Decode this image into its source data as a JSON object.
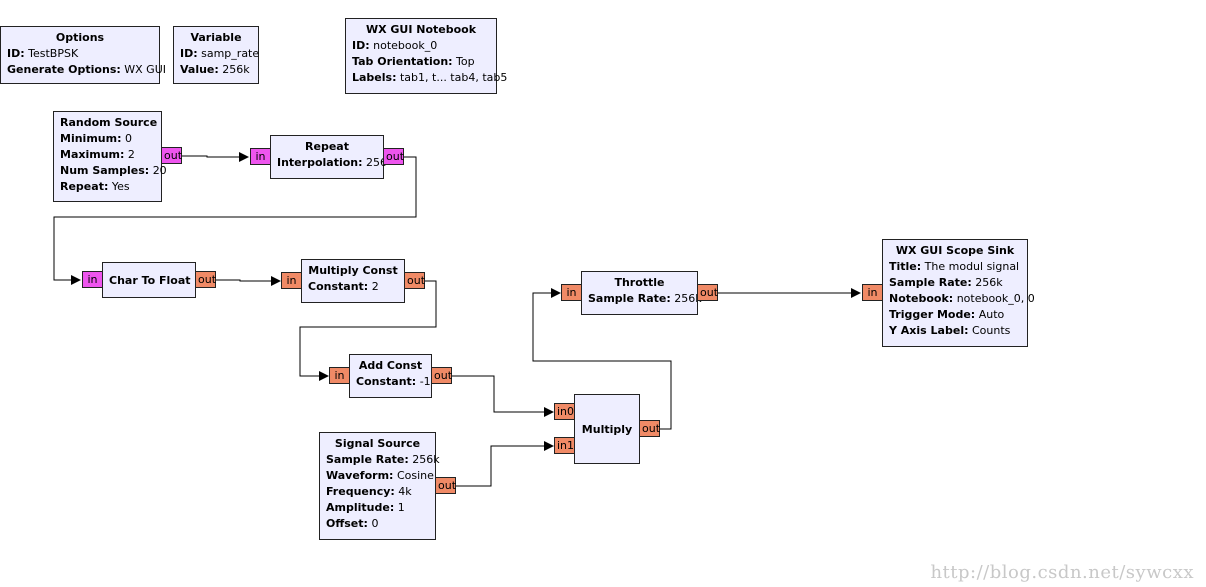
{
  "blocks": {
    "options": {
      "title": "Options",
      "params": [
        {
          "key": "ID:",
          "value": "TestBPSK"
        },
        {
          "key": "Generate Options:",
          "value": "WX GUI"
        }
      ]
    },
    "variable": {
      "title": "Variable",
      "params": [
        {
          "key": "ID:",
          "value": "samp_rate"
        },
        {
          "key": "Value:",
          "value": "256k"
        }
      ]
    },
    "notebook": {
      "title": "WX GUI Notebook",
      "params": [
        {
          "key": "ID:",
          "value": "notebook_0"
        },
        {
          "key": "Tab Orientation:",
          "value": "Top"
        },
        {
          "key": "Labels:",
          "value": "tab1, t... tab4, tab5"
        }
      ]
    },
    "random_source": {
      "title": "Random Source",
      "params": [
        {
          "key": "Minimum:",
          "value": "0"
        },
        {
          "key": "Maximum:",
          "value": "2"
        },
        {
          "key": "Num Samples:",
          "value": "20"
        },
        {
          "key": "Repeat:",
          "value": "Yes"
        }
      ]
    },
    "repeat": {
      "title": "Repeat",
      "params": [
        {
          "key": "Interpolation:",
          "value": "256"
        }
      ]
    },
    "char_to_float": {
      "title": "Char To Float",
      "params": []
    },
    "multiply_const": {
      "title": "Multiply Const",
      "params": [
        {
          "key": "Constant:",
          "value": "2"
        }
      ]
    },
    "add_const": {
      "title": "Add Const",
      "params": [
        {
          "key": "Constant:",
          "value": "-1"
        }
      ]
    },
    "signal_source": {
      "title": "Signal Source",
      "params": [
        {
          "key": "Sample Rate:",
          "value": "256k"
        },
        {
          "key": "Waveform:",
          "value": "Cosine"
        },
        {
          "key": "Frequency:",
          "value": "4k"
        },
        {
          "key": "Amplitude:",
          "value": "1"
        },
        {
          "key": "Offset:",
          "value": "0"
        }
      ]
    },
    "multiply": {
      "title": "Multiply",
      "params": []
    },
    "throttle": {
      "title": "Throttle",
      "params": [
        {
          "key": "Sample Rate:",
          "value": "256k"
        }
      ]
    },
    "scope_sink": {
      "title": "WX GUI Scope Sink",
      "params": [
        {
          "key": "Title:",
          "value": "The modul signal"
        },
        {
          "key": "Sample Rate:",
          "value": "256k"
        },
        {
          "key": "Notebook:",
          "value": "notebook_0, 0"
        },
        {
          "key": "Trigger Mode:",
          "value": "Auto"
        },
        {
          "key": "Y Axis Label:",
          "value": "Counts"
        }
      ]
    }
  },
  "ports": {
    "in": "in",
    "out": "out",
    "in0": "in0",
    "in1": "in1"
  },
  "colors": {
    "byte_port": "#ee55ee",
    "float_port": "#f08a66",
    "block_bg": "#eeeeff"
  },
  "watermark": "http://blog.csdn.net/sywcxx"
}
